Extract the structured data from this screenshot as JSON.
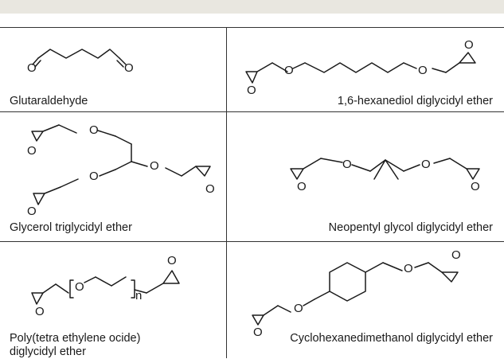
{
  "atoms": {
    "oxygen": "O",
    "repeat_n": "n"
  },
  "compounds": [
    {
      "name": "Glutaraldehyde"
    },
    {
      "name": "1,6-hexanediol diglycidyl ether"
    },
    {
      "name": "Glycerol triglycidyl ether"
    },
    {
      "name": "Neopentyl glycol diglycidyl ether"
    },
    {
      "name_line1": "Poly(tetra ethylene ocide)",
      "name_line2": "diglycidyl ether"
    },
    {
      "name": "Cyclohexanedimethanol diglycidyl ether"
    }
  ]
}
